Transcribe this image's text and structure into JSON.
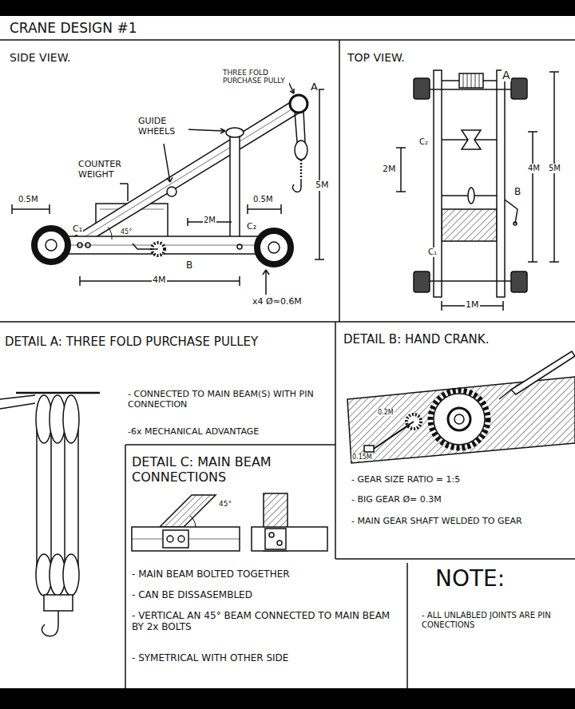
{
  "diagram": {
    "title": "CRANE DESIGN #1",
    "nodes": [
      {
        "text": [
          "SIDE VIEW."
        ]
      },
      {
        "text": [
          "TOP VIEW."
        ]
      },
      {
        "text": [
          "DETAIL A: THREE FOLD PURCHASE PULLEY",
          "- CONNECTED TO MAIN BEAM(S) WITH PIN CONNECTION",
          "-6x MECHANICAL ADVANTAGE"
        ]
      },
      {
        "text": [
          "DETAIL B: HAND CRANK.",
          "- GEAR SIZE RATIO = 1:5",
          "- BIG GEAR Ø= 0.3M",
          "- MAIN GEAR SHAFT WELDED TO GEAR"
        ]
      },
      {
        "text": [
          "DETAIL C: MAIN BEAM CONNECTIONS",
          "- MAIN BEAM BOLTED TOGETHER",
          "- CAN BE DISSASEMBLED",
          "- VERTICAL AN 45° BEAM CONNECTED TO MAIN BEAM BY 2x BOLTS",
          "- SYMETRICAL WITH OTHER SIDE"
        ]
      },
      {
        "text": [
          "NOTE:",
          "- ALL UNLABLED JOINTS ARE PIN CONECTIONS"
        ]
      }
    ],
    "labels": [
      "THREE FOLD PURCHASE PULLY",
      "A",
      "GUIDE WHEELS",
      "COUNTER WEIGHT",
      "0.5M",
      "0.5M",
      "C₁",
      "45°",
      "2M",
      "C₂",
      "B",
      "4M",
      "5M",
      "x4 Ø≈0.6M",
      "A",
      "C₂",
      "2M",
      "B",
      "4M",
      "5M",
      "C₁",
      "1M",
      "0.2M",
      "0.15M",
      "45°"
    ]
  }
}
